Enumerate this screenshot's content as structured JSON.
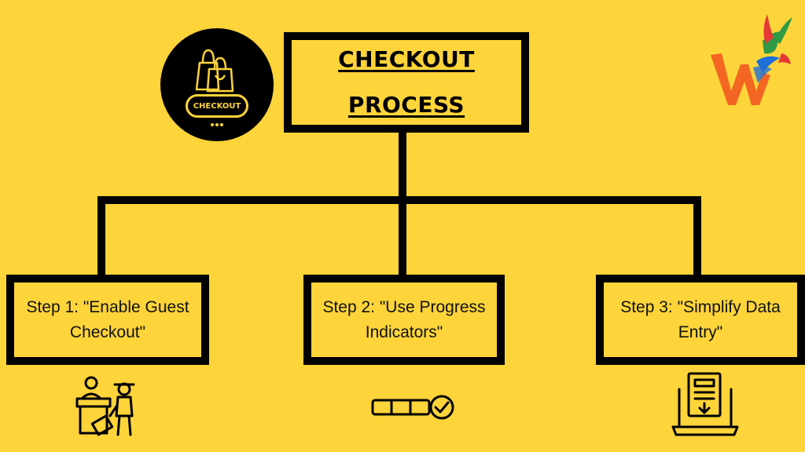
{
  "title": {
    "line1": "CHECKOUT",
    "line2": "PROCESS"
  },
  "badge": {
    "label": "CHECKOUT",
    "icon": "shopping-bags-icon"
  },
  "logo": {
    "icon": "ws-bird-logo-icon",
    "colors": [
      "#f26522",
      "#2e9a45",
      "#1e6fd9",
      "#e53935"
    ]
  },
  "steps": [
    {
      "label": "Step 1: \"Enable Guest Checkout\"",
      "icon": "reception-desk-traveler-icon"
    },
    {
      "label": "Step 2: \"Use Progress Indicators\"",
      "icon": "progress-bar-check-icon"
    },
    {
      "label": "Step 3: \"Simplify Data Entry\"",
      "icon": "laptop-form-download-icon"
    }
  ],
  "colors": {
    "background": "#fdd43a",
    "ink": "#000000"
  }
}
